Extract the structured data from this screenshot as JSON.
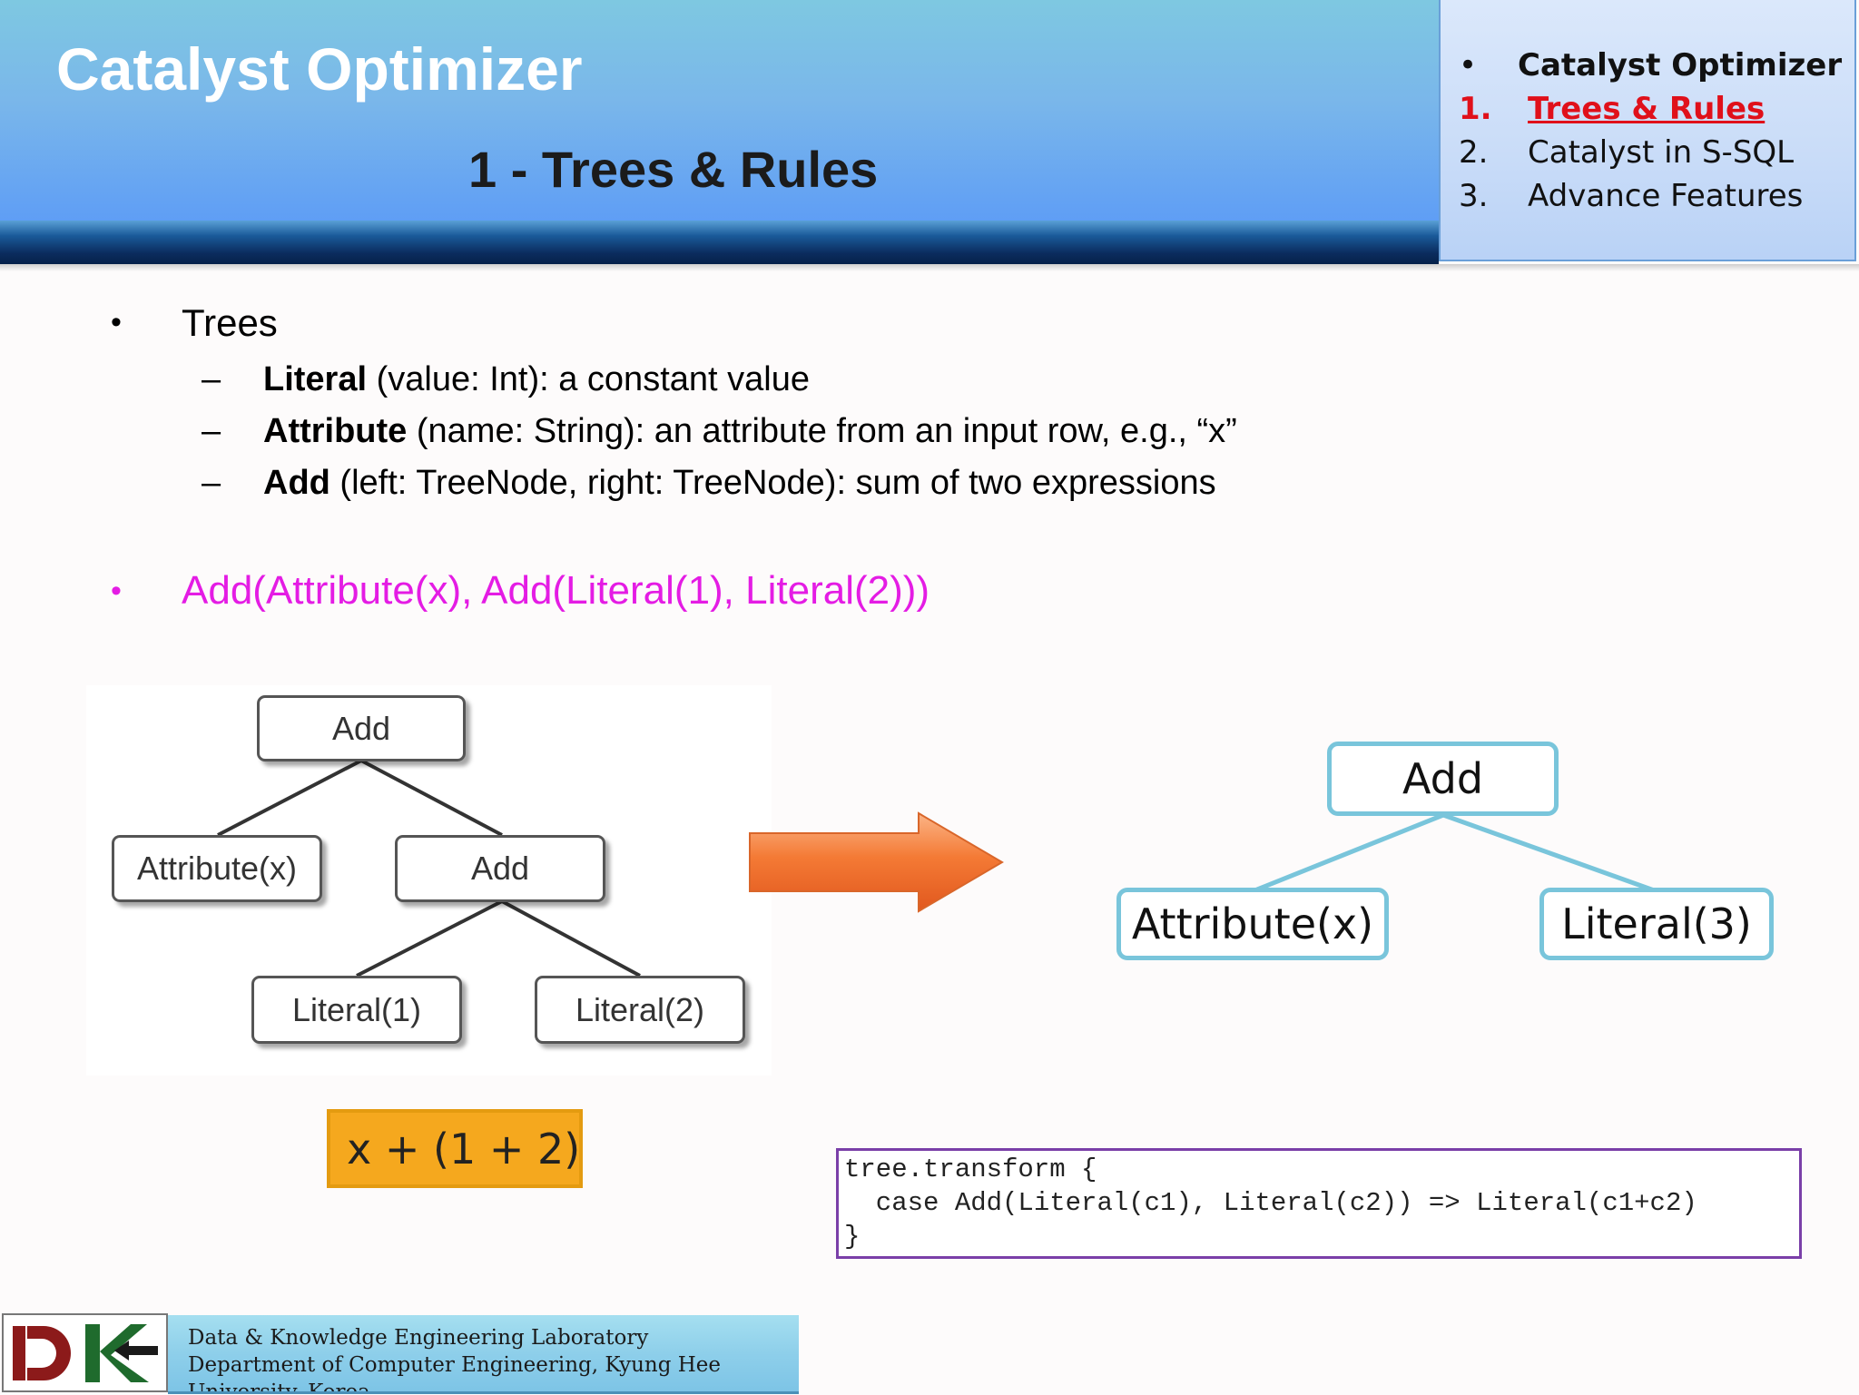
{
  "header": {
    "title": "Catalyst Optimizer",
    "subtitle": "1 - Trees & Rules"
  },
  "toc": [
    {
      "marker": "•",
      "label": "Catalyst Optimizer",
      "state": "section"
    },
    {
      "marker": "1.",
      "label": "Trees & Rules",
      "state": "current"
    },
    {
      "marker": "2.",
      "label": "Catalyst in S-SQL",
      "state": "normal"
    },
    {
      "marker": "3.",
      "label": "Advance Features",
      "state": "normal"
    }
  ],
  "content": {
    "bullet1": {
      "marker": "•",
      "text": "Trees"
    },
    "sub_bullets": [
      {
        "marker": "–",
        "term": "Literal",
        "rest": " (value: Int): a constant value"
      },
      {
        "marker": "–",
        "term": "Attribute",
        "rest": " (name: String): an attribute from an input row, e.g., “x”"
      },
      {
        "marker": "–",
        "term": "Add",
        "rest": " (left: TreeNode, right: TreeNode): sum of two expressions"
      }
    ],
    "bullet2": {
      "marker": "•",
      "text": "Add(Attribute(x), Add(Literal(1), Literal(2)))"
    }
  },
  "tree_before": {
    "root": "Add",
    "left_child": "Attribute(x)",
    "right_child": "Add",
    "right_left": "Literal(1)",
    "right_right": "Literal(2)"
  },
  "tree_after": {
    "root": "Add",
    "left_child": "Attribute(x)",
    "right_child": "Literal(3)"
  },
  "expression": "x + (1 + 2)",
  "code": [
    "tree.transform {",
    "  case Add(Literal(c1), Literal(c2)) => Literal(c1+c2)",
    "}"
  ],
  "footer": {
    "line1": "Data & Knowledge Engineering Laboratory",
    "line2": "Department of Computer Engineering, Kyung Hee",
    "line3": "University, Korea"
  },
  "colors": {
    "accent_magenta": "#e41ce4",
    "toc_current": "#e0101a",
    "arrow_orange": "#f47a35",
    "node_blue": "#79c5db",
    "expr_box": "#f5a81e"
  }
}
